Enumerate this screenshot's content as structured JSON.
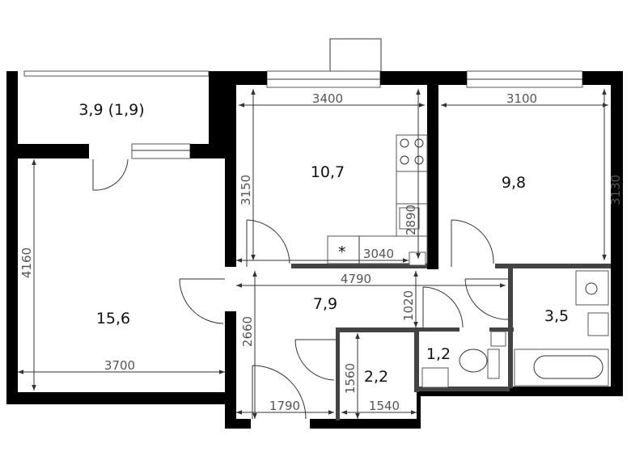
{
  "rooms": {
    "balcony": "3,9 (1,9)",
    "living": "15,6",
    "kitchen": "10,7",
    "bedroom": "9,8",
    "hall": "7,9",
    "bathroom": "3,5",
    "wc": "1,2",
    "storage": "2,2"
  },
  "dimensions": {
    "kitchen_width": "3400",
    "kitchen_depth": "3150",
    "kitchen_inner_depth": "2890",
    "kitchen_inner_width": "3040",
    "bedroom_width": "3100",
    "bedroom_depth": "3130",
    "living_depth": "4160",
    "living_width": "3700",
    "hall_width": "4790",
    "hall_depth": "2660",
    "hall_gap": "1020",
    "hall_bottom_width": "1790",
    "storage_width": "1540",
    "storage_depth": "1560"
  },
  "colors": {
    "wall": "#000000",
    "thin_wall": "#444444",
    "text": "#111111",
    "dimension": "#555555"
  }
}
